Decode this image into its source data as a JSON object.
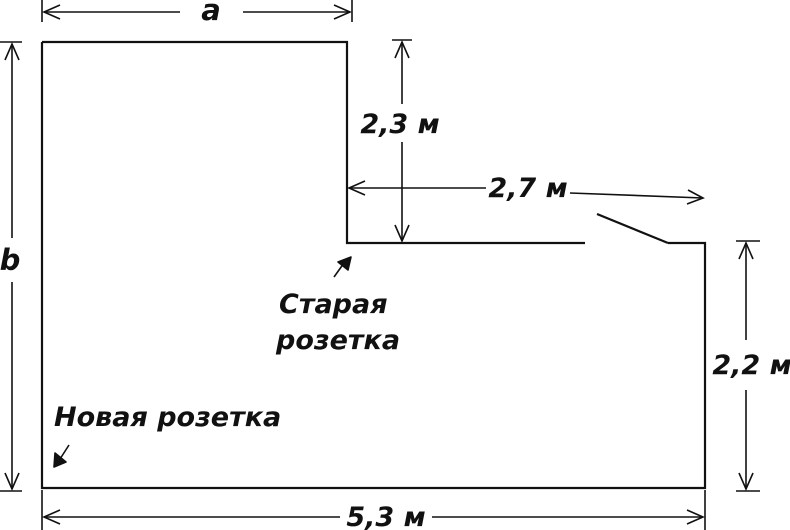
{
  "dimensions": {
    "top_width": "a",
    "left_height": "b",
    "notch_height": "2,3 м",
    "notch_width": "2,7 м",
    "right_height": "2,2 м",
    "bottom_width": "5,3 м"
  },
  "labels": {
    "old_socket_line1": "Старая",
    "old_socket_line2": "розетка",
    "new_socket": "Новая розетка"
  },
  "colors": {
    "ink": "#111111",
    "background": "#ffffff"
  }
}
